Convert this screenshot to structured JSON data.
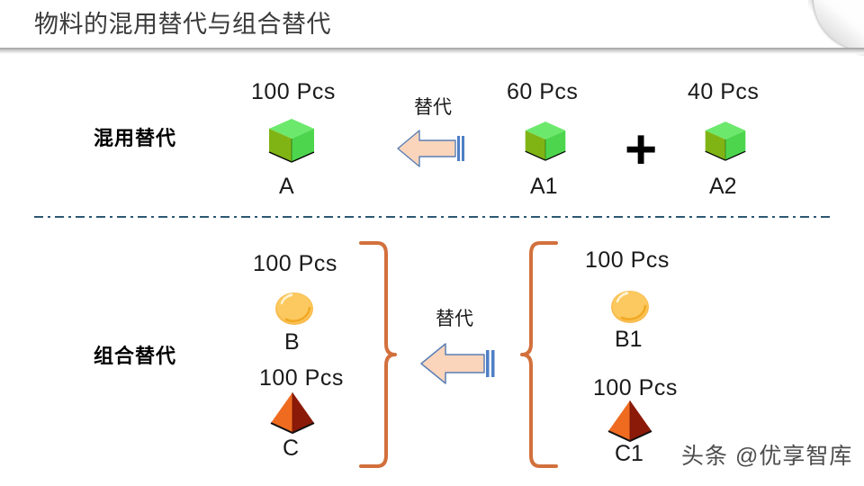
{
  "slide": {
    "title": "物料的混用替代与组合替代",
    "title_color": "#3b3b3b",
    "background": "#ffffff",
    "divider_color": "#2d5871",
    "watermark": "头条 @优享智库"
  },
  "rows": [
    {
      "label": "混用替代",
      "arrow_label": "替代",
      "left_items": [
        {
          "qty": "100  Pcs",
          "name": "A",
          "shape": "cube-icon",
          "color": "#5ed35e"
        }
      ],
      "right_items": [
        {
          "qty": "60  Pcs",
          "name": "A1",
          "shape": "cube-icon",
          "color": "#5ed35e"
        },
        {
          "qty": "40  Pcs",
          "name": "A2",
          "shape": "cube-icon",
          "color": "#5ed35e"
        }
      ],
      "operator": "+"
    },
    {
      "label": "组合替代",
      "arrow_label": "替代",
      "left_items": [
        {
          "qty": "100  Pcs",
          "name": "B",
          "shape": "sphere-icon",
          "color": "#f5b942"
        },
        {
          "qty": "100  Pcs",
          "name": "C",
          "shape": "pyramid-icon",
          "color": "#ef6b20"
        }
      ],
      "right_items": [
        {
          "qty": "100  Pcs",
          "name": "B1",
          "shape": "sphere-icon",
          "color": "#f5b942"
        },
        {
          "qty": "100  Pcs",
          "name": "C1",
          "shape": "pyramid-icon",
          "color": "#ef6b20"
        }
      ],
      "brace_color": "#d2703c"
    }
  ],
  "arrow_style": {
    "fill": "#fbd5bb",
    "outline": "#5b7fb4",
    "tail": "#4f7fc6"
  }
}
